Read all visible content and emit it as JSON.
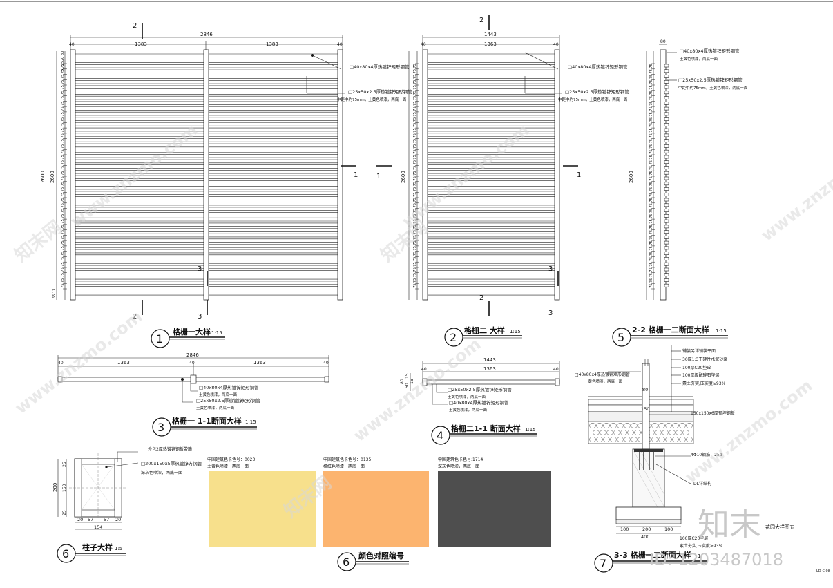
{
  "sheet": {
    "view1": {
      "number": "1",
      "title": "格栅一大样",
      "scale": "1:15",
      "total_width": "2846",
      "bay_widths": [
        "1383",
        "1383"
      ],
      "post": "40",
      "height": "2600",
      "side_dims": [
        "30",
        "20",
        "25",
        "50",
        "30",
        "75",
        "65",
        "13"
      ],
      "section_marks": [
        "2",
        "1",
        "3"
      ],
      "callout_a": "□40x80x4厚热镀锌矩形钢管",
      "callout_b_title": "□25x50x2.5厚热镀锌矩形钢管",
      "callout_b_note": "中距中约75mm，土黄色喷漆，两底一面",
      "dim_75": "75"
    },
    "view2": {
      "number": "2",
      "title": "格栅二 大样",
      "scale": "1:15",
      "total_width": "1443",
      "bay_width": "1363",
      "post": "40",
      "height": "2600",
      "section_marks": [
        "2",
        "1",
        "3"
      ],
      "callout_a": "□40x80x4厚热镀锌矩形钢管",
      "callout_b_title": "□25x50x2.5厚热镀锌矩形钢管",
      "callout_b_note": "中距中约75mm，土黄色喷漆，两底一面"
    },
    "view5": {
      "number": "5",
      "title": "2-2 格栅一二断面大样",
      "scale": "1:15",
      "top_dim": "80",
      "height": "2600",
      "callout_a": "□40x80x4厚热镀锌矩形钢管",
      "callout_a_note": "土黄色喷漆，两底一面",
      "callout_b": "□25x50x2.5厚热镀锌矩形钢管",
      "callout_b_note": "中距中约75mm，土黄色喷漆，两底一面"
    },
    "view3": {
      "number": "3",
      "title": "格栅一 1-1断面大样",
      "scale": "1:15",
      "total_width": "2846",
      "spans": [
        "40",
        "1363",
        "40",
        "1363",
        "40"
      ],
      "callout_a": "□40x80x4厚热镀锌矩形钢管",
      "callout_a_note": "土黄色喷漆，两底一面",
      "callout_b": "□25x50x2.5厚热镀锌矩形钢管",
      "callout_b_note": "土黄色喷漆，两底一面"
    },
    "view4": {
      "number": "4",
      "title": "格栅二1-1 断面大样",
      "scale": "1:15",
      "total_width": "1443",
      "bay_width": "1363",
      "post": "40",
      "side_dims": [
        "80",
        "15",
        "50",
        "15"
      ],
      "callout_b": "□25x50x2.5厚热镀锌矩形钢管",
      "callout_b_note": "土黄色喷漆，两底一面",
      "callout_a": "□40x80x4厚热镀锌矩形钢管",
      "callout_a_note": "土黄色喷漆，两底一面"
    },
    "view6a": {
      "number": "6",
      "title": "柱子大样",
      "scale": "1:5",
      "callout_top": "外包2厚热镀锌钢板带筋",
      "callout_main": "□200x150x5厚热镀锌方钢管",
      "callout_note": "深灰色喷漆，两底一面",
      "height": "200",
      "v_dims": [
        "25",
        "150",
        "25"
      ],
      "h_dims": [
        "20",
        "57",
        "57",
        "20"
      ],
      "total": "154"
    },
    "view6b": {
      "number": "6",
      "title": "颜色对照编号",
      "swatches": [
        {
          "code": "中国建筑色卡色号：0023",
          "note": "土黄色喷漆，两底一面",
          "color": "#f7e08c"
        },
        {
          "code": "中国建筑色卡色号：0135",
          "note": "橘红色喷漆，两底一面",
          "color": "#fcb46f"
        },
        {
          "code": "中国建筑色卡色号:1714",
          "note": "深灰色喷漆，两底一面",
          "color": "#4e4e4e"
        }
      ]
    },
    "view7": {
      "number": "7",
      "title": "3-3 格栅一二断面大样",
      "scale": "1:",
      "layers": [
        "铺装另详铺装平面",
        "30厚1:3干硬性水泥砂浆",
        "100厚C20垫砼",
        "100厚级配碎石垫层",
        "素土夯实,压实度≥93%"
      ],
      "plate": "150x150x6厚预埋钢板",
      "rebar": "4Φ10钢筋，25d",
      "base": "DL详结构",
      "foot_layers": [
        "100厚C20垫层",
        "素土夯实,压实度≥93%"
      ],
      "dims_top": [
        "80",
        "150"
      ],
      "dims_bottom": [
        "100",
        "200",
        "100"
      ],
      "dim_total": "400"
    },
    "watermark_text": "www.znzmo.com",
    "watermark_mark": "知末网",
    "logo_text": "知末",
    "logo_id": "ID: 1203487018",
    "corner_note": "花园大样图五",
    "sheet_code": "LD-C.08"
  }
}
